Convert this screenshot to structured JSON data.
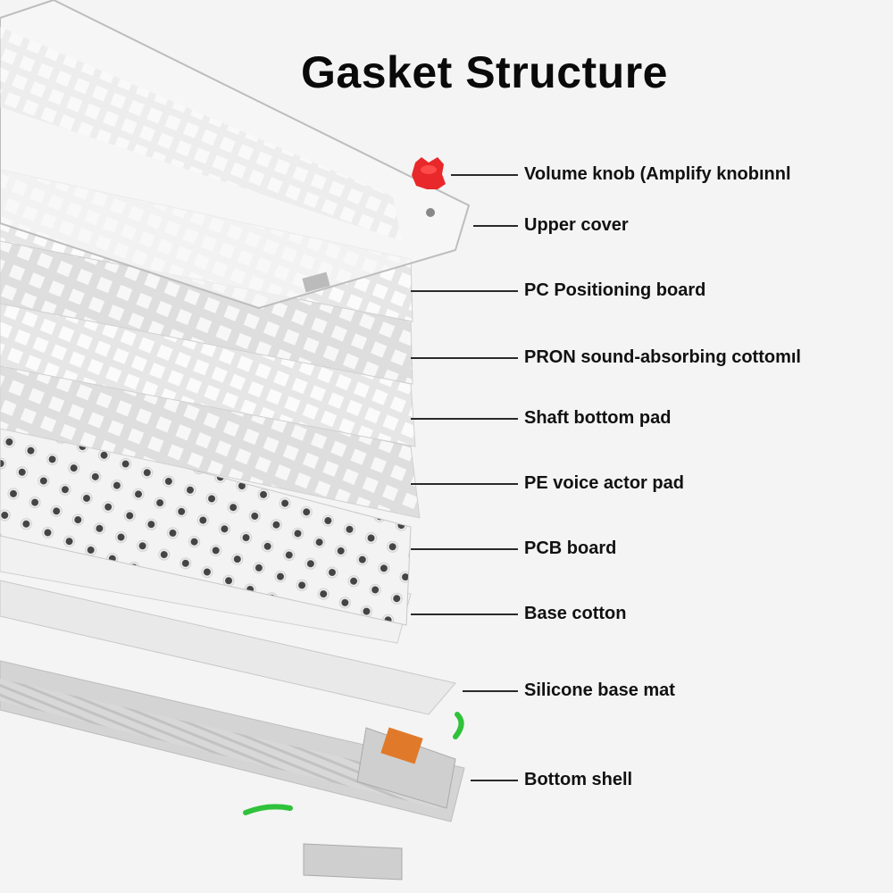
{
  "title": "Gasket Structure",
  "layers": [
    {
      "id": "volume-knob",
      "label": "Volume knob (Amplify knobınnl"
    },
    {
      "id": "upper-cover",
      "label": "Upper cover"
    },
    {
      "id": "pc-positioning-board",
      "label": "PC Positioning board"
    },
    {
      "id": "pron-cotton",
      "label": "PRON sound-absorbing cottomıl"
    },
    {
      "id": "shaft-bottom-pad",
      "label": "Shaft bottom pad"
    },
    {
      "id": "pe-voice-actor-pad",
      "label": "PE voice actor pad"
    },
    {
      "id": "pcb-board",
      "label": "PCB board"
    },
    {
      "id": "base-cotton",
      "label": "Base cotton"
    },
    {
      "id": "silicone-base-mat",
      "label": "Silicone base mat"
    },
    {
      "id": "bottom-shell",
      "label": "Bottom shell"
    }
  ],
  "colors": {
    "knob": "#e8282a",
    "accent_green": "#2fc23a",
    "connector": "#e07a2a",
    "line": "#2a2a2a"
  }
}
